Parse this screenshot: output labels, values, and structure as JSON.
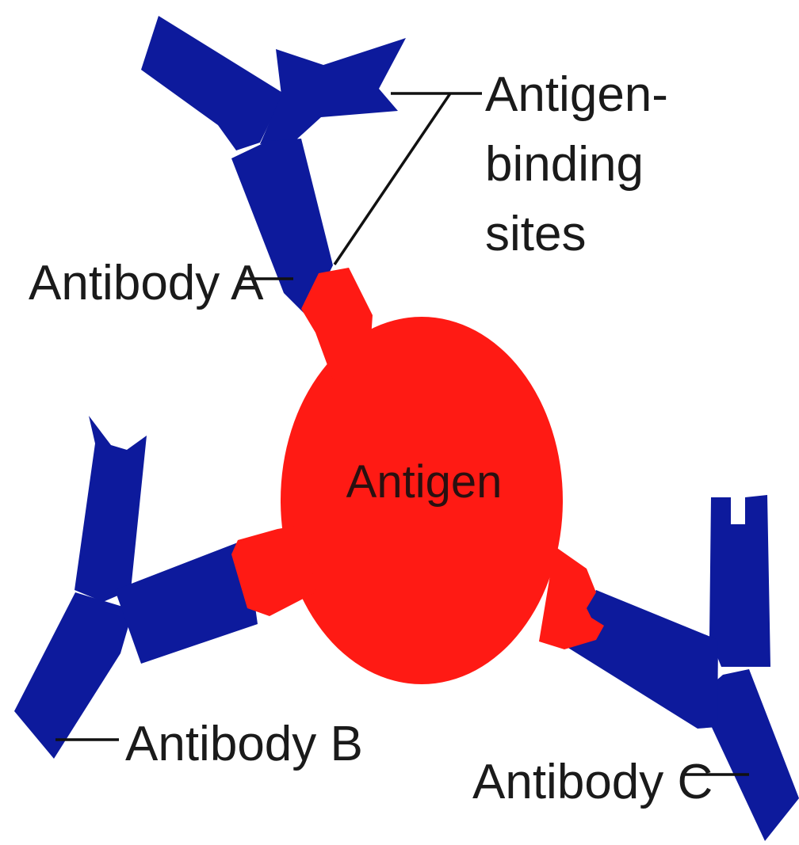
{
  "colors": {
    "antibody": "#0d1a9c",
    "antigen": "#ff1a14",
    "background": "#ffffff",
    "label_text": "#1a1a1a"
  },
  "labels": {
    "antigen_binding_sites": [
      "Antigen-",
      "binding",
      "sites"
    ],
    "antibody_a": "Antibody A",
    "antibody_b": "Antibody B",
    "antibody_c": "Antibody C",
    "antigen": "Antigen"
  }
}
